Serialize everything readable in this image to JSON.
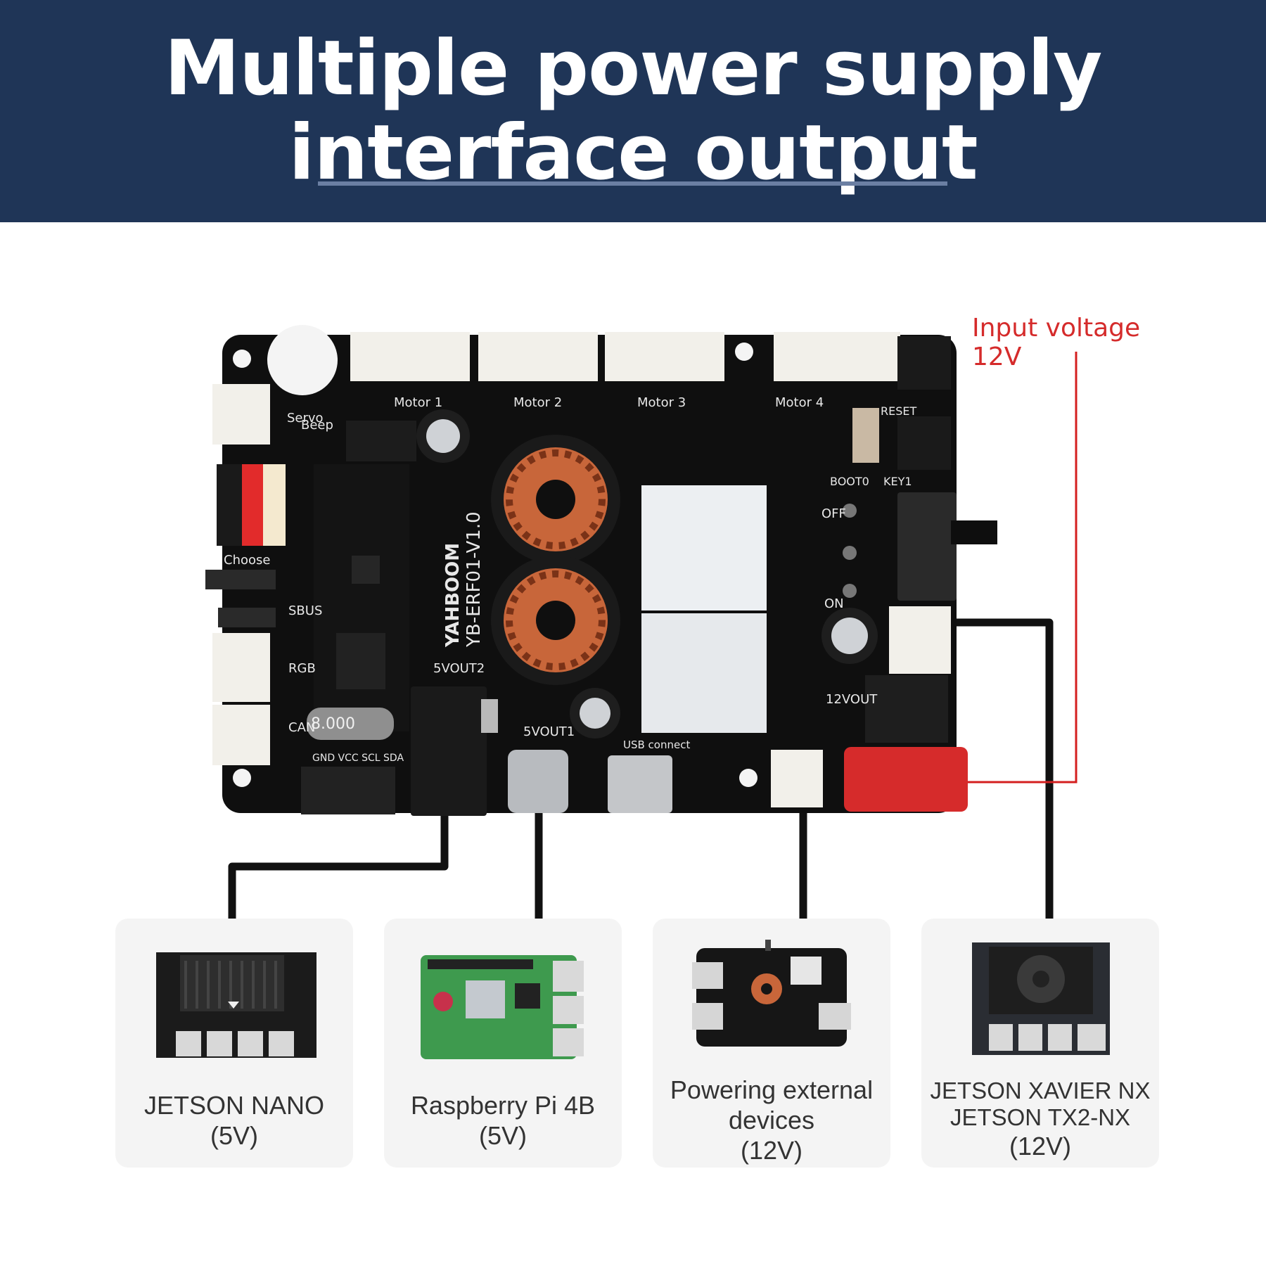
{
  "header": {
    "title_line1": "Multiple power supply",
    "title_line2": "interface output"
  },
  "input_label": "Input voltage 12V",
  "board": {
    "silkscreen": {
      "motor1": "Motor 1",
      "motor2": "Motor 2",
      "motor3": "Motor 3",
      "motor4": "Motor 4",
      "servo": "Servo",
      "beep": "Beep",
      "rgb": "RGB",
      "can": "CAN",
      "sbus": "SBUS",
      "choose": "Choose",
      "model": "YB-ERF01-V1.0",
      "brand": "YAHBOOM",
      "out5v2": "5VOUT2",
      "out5v1": "5VOUT1",
      "out12v": "12VOUT",
      "usb_connect": "USB connect",
      "reset": "RESET",
      "boot0": "BOOT0",
      "key1": "KEY1",
      "off": "OFF",
      "on": "ON",
      "i2c": "GND VCC SCL SDA",
      "crystal": "8.000"
    },
    "colors": {
      "pcb": "#0f0f0f",
      "connector": "#f2f0ea",
      "coil": "#c8663a",
      "cable": "#111111",
      "input_wire": "#d41f1f",
      "xt60": "#d62b2b"
    }
  },
  "cards": [
    {
      "lines": [
        "JETSON NANO",
        "(5V)"
      ]
    },
    {
      "lines": [
        "Raspberry Pi 4B",
        "(5V)"
      ]
    },
    {
      "lines": [
        "Powering external",
        "devices",
        "(12V)"
      ]
    },
    {
      "lines": [
        "JETSON XAVIER NX",
        "JETSON TX2-NX",
        "(12V)"
      ]
    }
  ]
}
